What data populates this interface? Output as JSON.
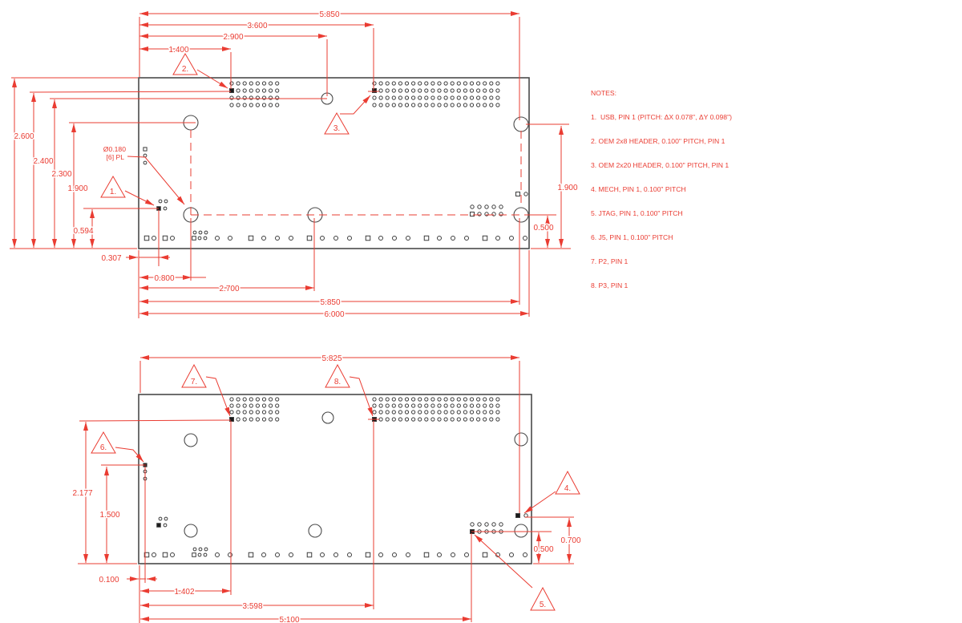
{
  "colors": {
    "dimension_red": "#ea3c32",
    "board_outline": "#4a4a4a",
    "pad_outline": "#3d3d3d",
    "background": "#ffffff"
  },
  "notes": {
    "title": "NOTES:",
    "items": [
      "1.  USB, PIN 1 (PITCH: ΔX 0.078\", ΔY 0.098\")",
      "2. OEM 2x8 HEADER, 0.100\" PITCH, PIN 1",
      "3. OEM 2x20 HEADER, 0.100\" PITCH, PIN 1",
      "4. MECH, PIN 1, 0.100\" PITCH",
      "5. JTAG, PIN 1, 0.100\" PITCH",
      "6. J5, PIN 1, 0.100\" PITCH",
      "7. P2, PIN 1",
      "8. P3, PIN 1"
    ]
  },
  "top_view": {
    "dims": {
      "top_5850": "5.850",
      "top_3600": "3.600",
      "top_2900": "2.900",
      "top_1400": "1.400",
      "left_2600": "2.600",
      "left_2400": "2.400",
      "left_2300": "2.300",
      "left_1900": "1.900",
      "left_0594": "0.594",
      "right_1900": "1.900",
      "right_0500": "0.500",
      "bot_0307": "0.307",
      "bot_0800": "0.800",
      "bot_2700": "2.700",
      "bot_5850": "5.850",
      "bot_6000": "6.000"
    },
    "hole_note": {
      "line1": "Ø0.180",
      "line2": "[6] PL"
    },
    "balloons": {
      "b1": "1.",
      "b2": "2.",
      "b3": "3."
    }
  },
  "bottom_view": {
    "dims": {
      "top_5825": "5.825",
      "left_2177": "2.177",
      "left_1500": "1.500",
      "right_0700": "0.700",
      "right_0500": "0.500",
      "bot_0100": "0.100",
      "bot_1402": "1.402",
      "bot_3598": "3.598",
      "bot_5100": "5.100"
    },
    "balloons": {
      "b4": "4.",
      "b5": "5.",
      "b6": "6.",
      "b7": "7.",
      "b8": "8."
    }
  }
}
